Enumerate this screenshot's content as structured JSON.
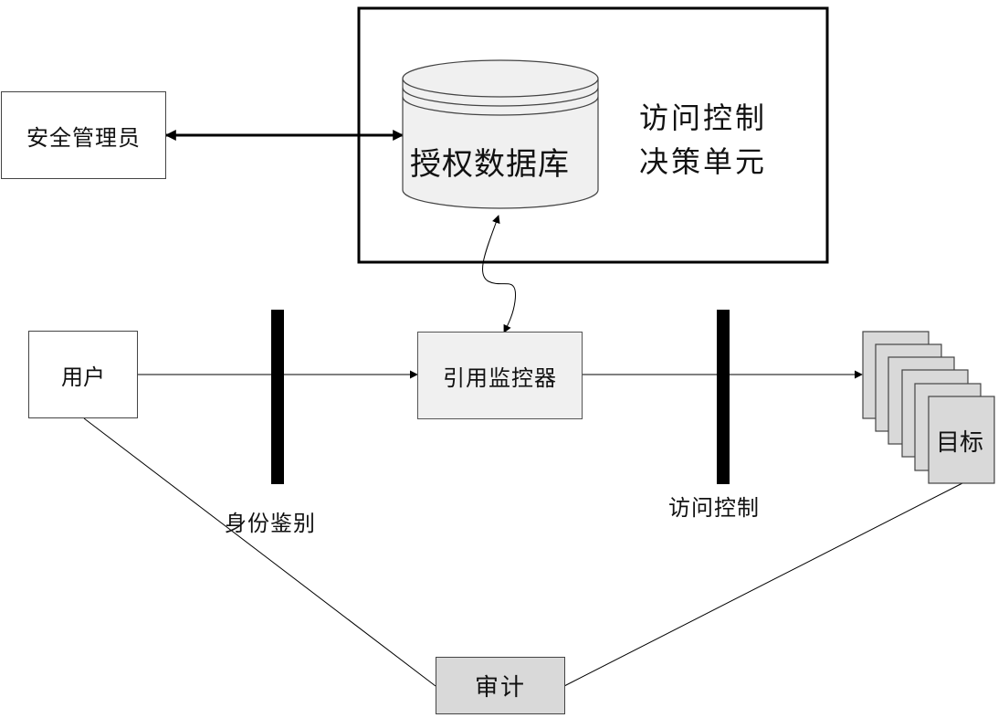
{
  "diagram": {
    "decision_unit": {
      "label_line1": "访问控制",
      "label_line2": "决策单元"
    },
    "database": {
      "label": "授权数据库"
    },
    "security_admin": {
      "label": "安全管理员"
    },
    "user": {
      "label": "用户"
    },
    "reference_monitor": {
      "label": "引用监控器"
    },
    "target": {
      "label": "目标"
    },
    "audit": {
      "label": "审计"
    },
    "barriers": {
      "authentication": {
        "label": "身份鉴别"
      },
      "access_control": {
        "label": "访问控制"
      }
    },
    "colors": {
      "stroke": "#000000",
      "light_fill": "#f0f0f0",
      "gray_fill": "#d9d9d9",
      "background": "#ffffff"
    }
  }
}
